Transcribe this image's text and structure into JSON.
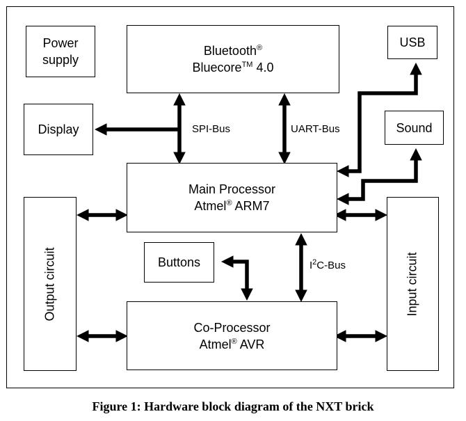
{
  "boxes": {
    "power_supply": {
      "line1": "Power",
      "line2": "supply"
    },
    "bluetooth": {
      "line1_main": "Bluetooth",
      "line1_sup": "®",
      "line2_main": "Bluecore",
      "line2_sup": "TM",
      "line2_tail": " 4.0"
    },
    "usb": {
      "label": "USB"
    },
    "display": {
      "label": "Display"
    },
    "sound": {
      "label": "Sound"
    },
    "main_processor": {
      "line1": "Main Processor",
      "line2_main": "Atmel",
      "line2_sup": "®",
      "line2_tail": " ARM7"
    },
    "output_circuit": {
      "label": "Output circuit"
    },
    "input_circuit": {
      "label": "Input circuit"
    },
    "buttons": {
      "label": "Buttons"
    },
    "co_processor": {
      "line1": "Co-Processor",
      "line2_main": "Atmel",
      "line2_sup": "®",
      "line2_tail": " AVR"
    }
  },
  "bus_labels": {
    "spi": "SPI-Bus",
    "uart": "UART-Bus",
    "i2c_pre": "I",
    "i2c_sup": "2",
    "i2c_post": "C-Bus"
  },
  "caption": "Figure 1: Hardware block diagram of the NXT brick"
}
